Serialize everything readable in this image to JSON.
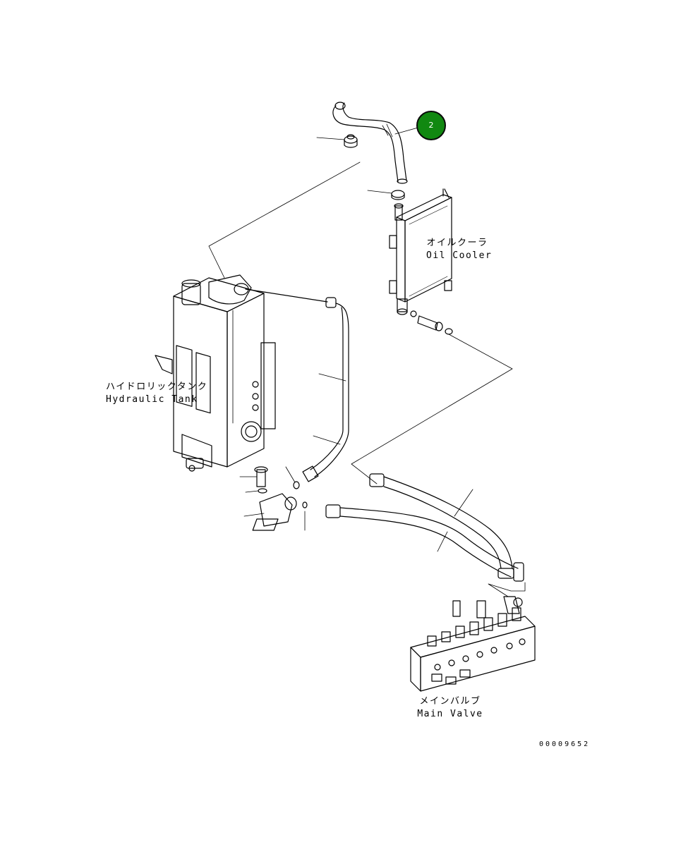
{
  "callout": {
    "number": "2"
  },
  "components": {
    "oil_cooler": {
      "label_jp": "オイルクーラ",
      "label_en": "Oil Cooler"
    },
    "hydraulic_tank": {
      "label_jp": "ハイドロリックタンク",
      "label_en": "Hydraulic Tank"
    },
    "main_valve": {
      "label_jp": "メインバルブ",
      "label_en": "Main Valve"
    }
  },
  "drawing_number": "00009652"
}
